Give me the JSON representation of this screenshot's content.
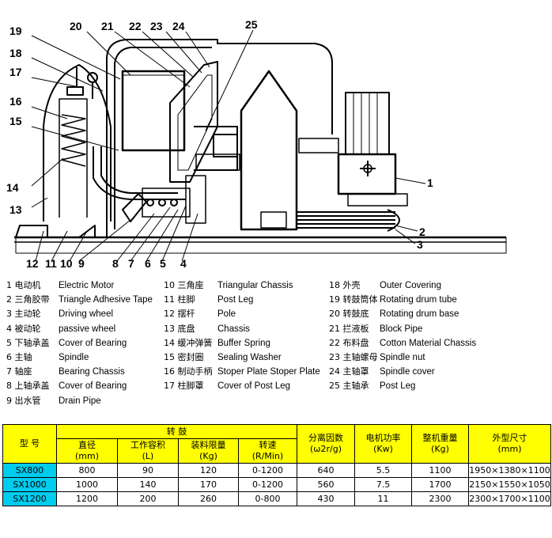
{
  "diagram": {
    "callouts": [
      "1",
      "2",
      "3",
      "4",
      "5",
      "6",
      "7",
      "8",
      "9",
      "10",
      "11",
      "12",
      "13",
      "14",
      "15",
      "16",
      "17",
      "18",
      "19",
      "20",
      "21",
      "22",
      "23",
      "24",
      "25"
    ]
  },
  "legend": {
    "columns": [
      [
        {
          "zh": "1 电动机",
          "en": "Electric Motor"
        },
        {
          "zh": "2 三角胶带",
          "en": "Triangle Adhesive Tape"
        },
        {
          "zh": "3 主动轮",
          "en": "Driving wheel"
        },
        {
          "zh": "4 被动轮",
          "en": "passive wheel"
        },
        {
          "zh": "5 下轴承盖",
          "en": "Cover of Bearing"
        },
        {
          "zh": "6 主轴",
          "en": "Spindle"
        },
        {
          "zh": "7 轴座",
          "en": "Bearing Chassis"
        },
        {
          "zh": "8 上轴承盖",
          "en": "Cover of Bearing"
        },
        {
          "zh": "9 出水管",
          "en": "Drain Pipe"
        }
      ],
      [
        {
          "zh": "10 三角座",
          "en": "Triangular Chassis"
        },
        {
          "zh": "11 柱脚",
          "en": "Post Leg"
        },
        {
          "zh": "12 摆杆",
          "en": "Pole"
        },
        {
          "zh": "13 底盘",
          "en": "Chassis"
        },
        {
          "zh": "14 缓冲弹簧",
          "en": "Buffer Spring"
        },
        {
          "zh": "15 密封圈",
          "en": "Sealing Washer"
        },
        {
          "zh": "16 制动手柄",
          "en": "Stoper Plate Stoper Plate"
        },
        {
          "zh": "17 柱脚罩",
          "en": "Cover of Post Leg"
        }
      ],
      [
        {
          "zh": "18 外壳",
          "en": "Outer Covering"
        },
        {
          "zh": "19 转鼓筒体",
          "en": "Rotating drum tube"
        },
        {
          "zh": "20 转鼓底",
          "en": "Rotating drum base"
        },
        {
          "zh": "21 拦液板",
          "en": "Block Pipe"
        },
        {
          "zh": "22 布料盘",
          "en": "Cotton Material Chassis"
        },
        {
          "zh": "23 主轴螺母",
          "en": "Spindle nut"
        },
        {
          "zh": "24 主轴罩",
          "en": "Spindle cover"
        },
        {
          "zh": "25 主轴承",
          "en": "Post Leg"
        }
      ]
    ]
  },
  "specs": {
    "header": {
      "model": "型 号",
      "drum": "转 鼓",
      "diameter": "直径",
      "diameter_unit": "(mm)",
      "capacity": "工作容积",
      "capacity_unit": "(L)",
      "load": "装料限量",
      "load_unit": "(Kg)",
      "speed": "转速",
      "speed_unit": "(R/Min)",
      "factor": "分离因数",
      "factor_unit": "(ω2r/g)",
      "power": "电机功率",
      "power_unit": "(Kw)",
      "weight": "整机重量",
      "weight_unit": "(Kg)",
      "size": "外型尺寸",
      "size_unit": "(mm)"
    },
    "rows": [
      {
        "model": "SX800",
        "diameter": "800",
        "capacity": "90",
        "load": "120",
        "speed": "0-1200",
        "factor": "640",
        "power": "5.5",
        "weight": "1100",
        "size": "1950×1380×1100"
      },
      {
        "model": "SX1000",
        "diameter": "1000",
        "capacity": "140",
        "load": "170",
        "speed": "0-1200",
        "factor": "560",
        "power": "7.5",
        "weight": "1700",
        "size": "2150×1550×1050"
      },
      {
        "model": "SX1200",
        "diameter": "1200",
        "capacity": "200",
        "load": "260",
        "speed": "0-800",
        "factor": "430",
        "power": "11",
        "weight": "2300",
        "size": "2300×1700×1100"
      }
    ]
  }
}
